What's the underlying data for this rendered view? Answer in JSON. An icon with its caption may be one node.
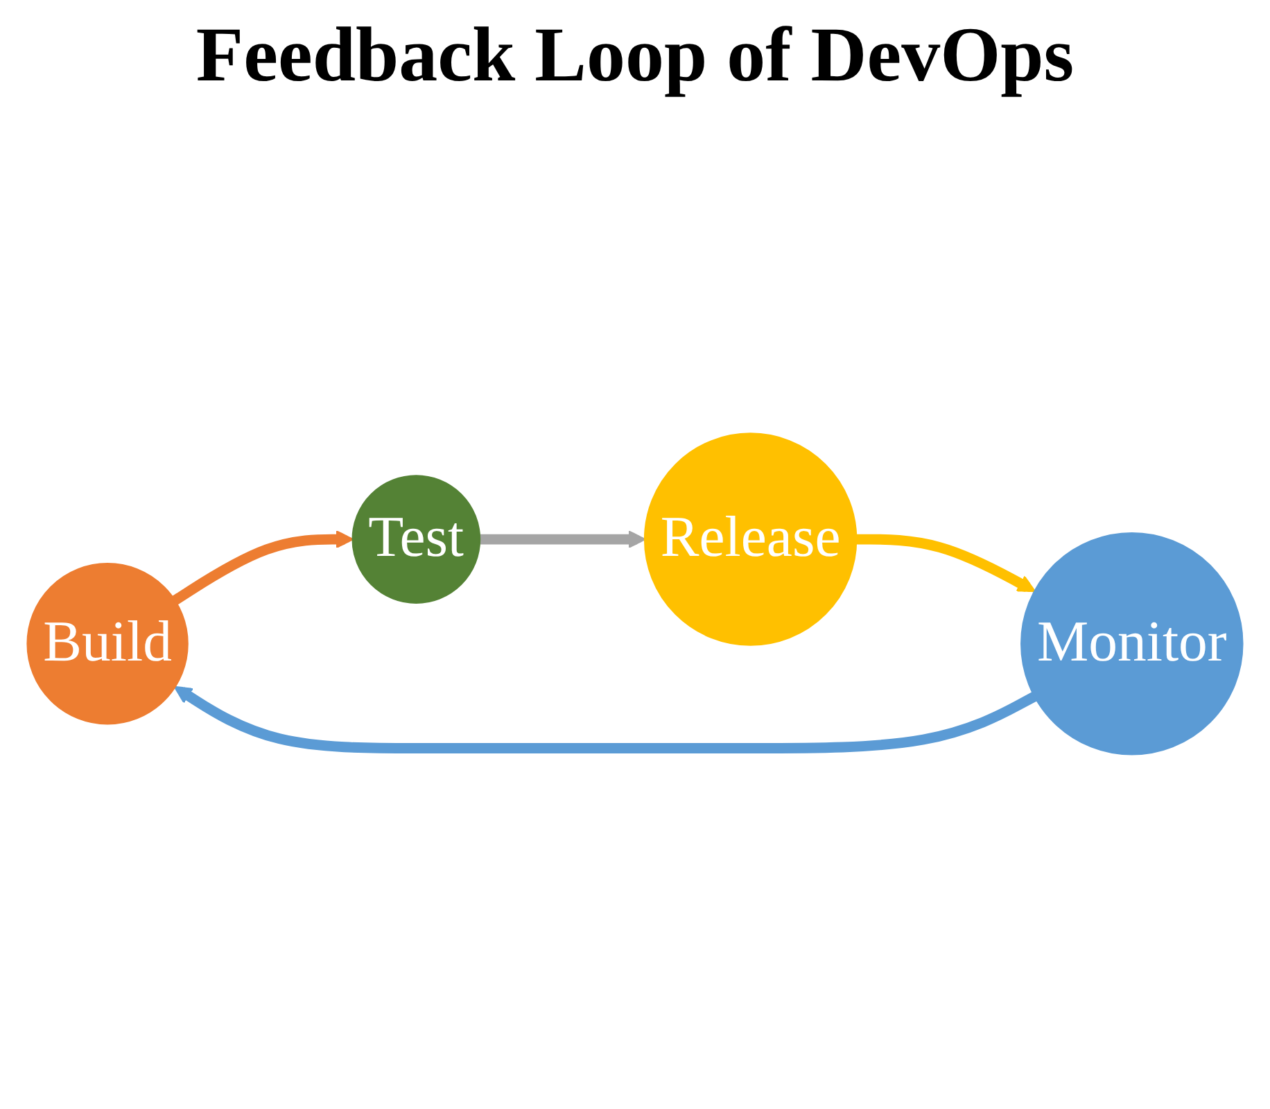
{
  "diagram": {
    "title": "Feedback Loop of DevOps",
    "nodes": [
      {
        "text": [
          "Build"
        ]
      },
      {
        "text": [
          "Test"
        ]
      },
      {
        "text": [
          "Release"
        ]
      },
      {
        "text": [
          "Monitor"
        ]
      }
    ],
    "edges": [
      {
        "from": 0,
        "to": 1,
        "arrow": "to",
        "color": "#ed7d31"
      },
      {
        "from": 1,
        "to": 2,
        "arrow": "to",
        "color": "#a5a5a5"
      },
      {
        "from": 2,
        "to": 3,
        "arrow": "to",
        "color": "#ffc000"
      },
      {
        "from": 3,
        "to": 0,
        "arrow": "to",
        "color": "#5b9bd5"
      }
    ]
  }
}
